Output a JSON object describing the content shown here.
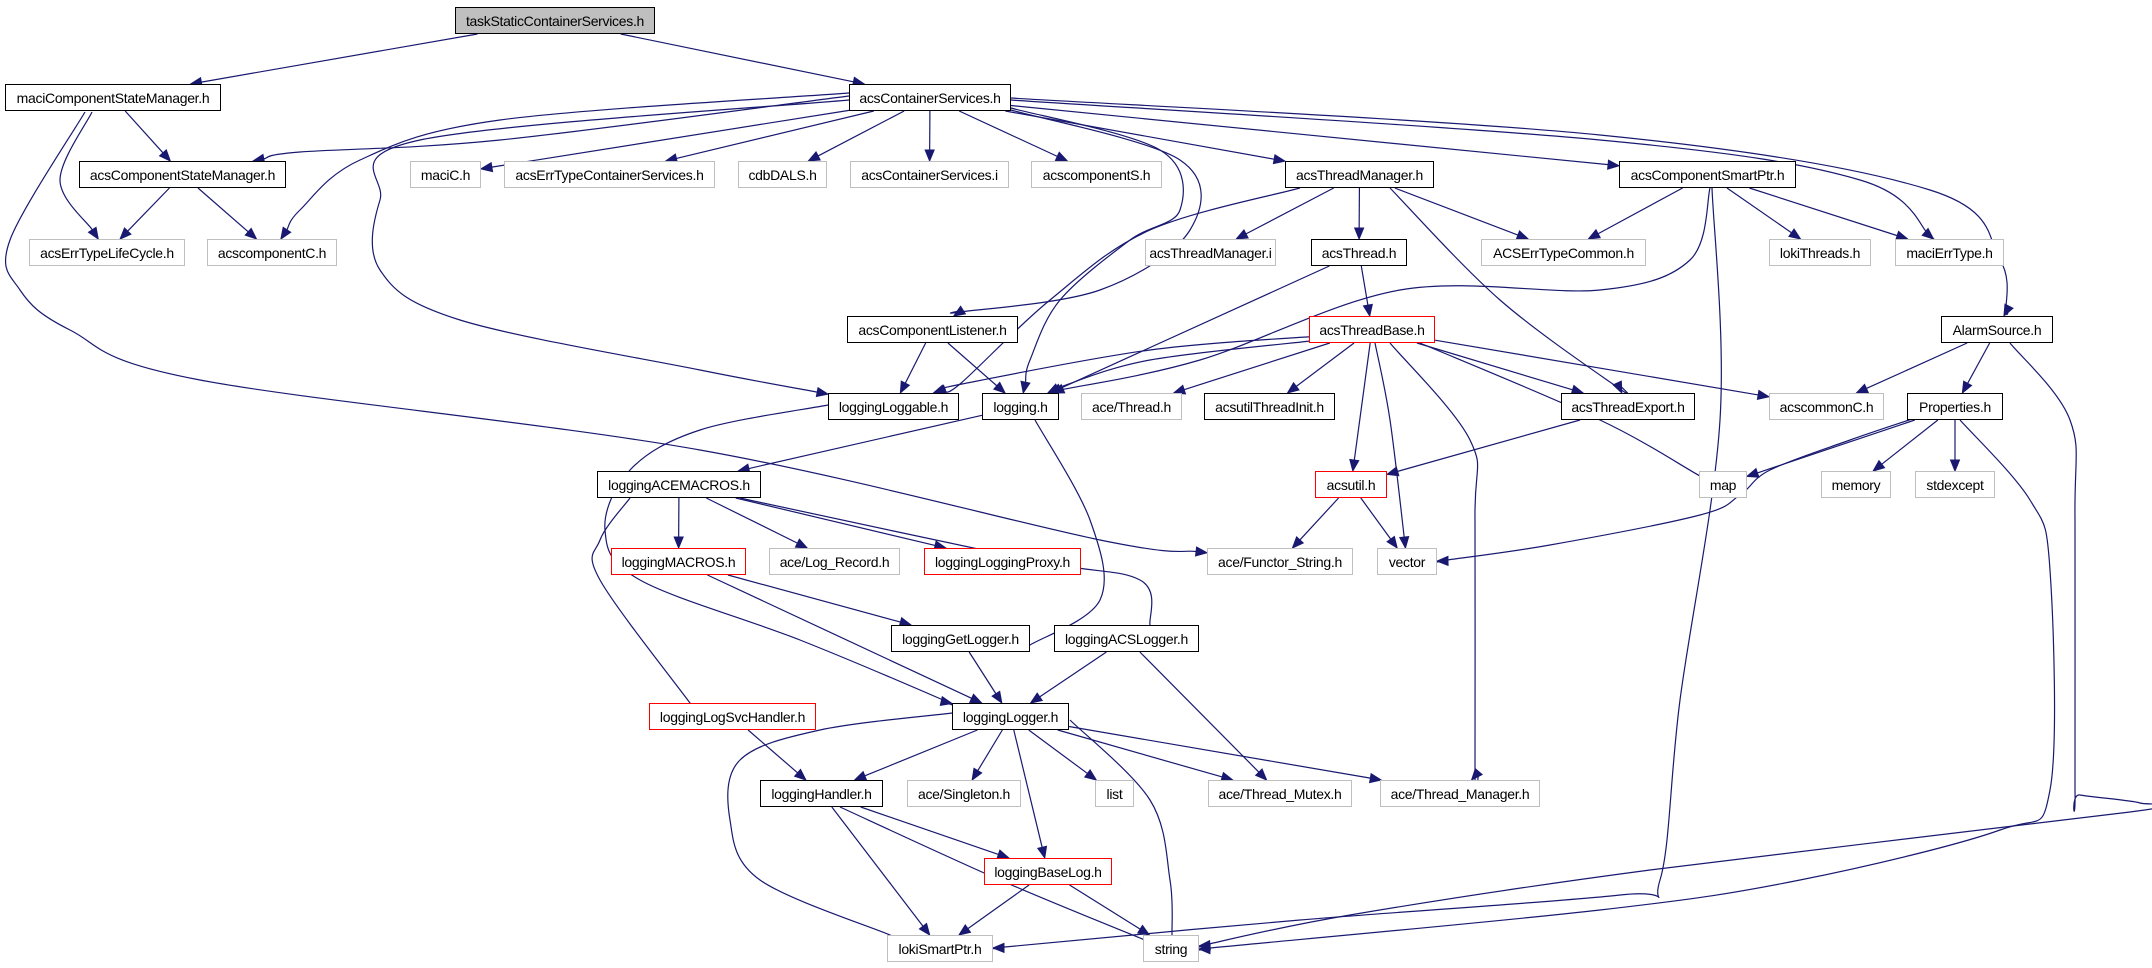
{
  "title": "taskStaticContainerServices.h",
  "colors": {
    "edge": "#191970",
    "root_fill": "#bfbfbf",
    "documented_border": "#000000",
    "undocumented_border": "#bfbfbf",
    "truncated_border": "#ff0000"
  },
  "nodes": [
    {
      "id": "taskStaticContainerServices",
      "label": "taskStaticContainerServices.h",
      "kind": "root"
    },
    {
      "id": "maciComponentStateManager",
      "label": "maciComponentStateManager.h",
      "kind": "documented"
    },
    {
      "id": "acsContainerServices",
      "label": "acsContainerServices.h",
      "kind": "documented"
    },
    {
      "id": "acsComponentStateManager",
      "label": "acsComponentStateManager.h",
      "kind": "documented"
    },
    {
      "id": "maciC",
      "label": "maciC.h",
      "kind": "undocumented"
    },
    {
      "id": "acsErrTypeContainerServices",
      "label": "acsErrTypeContainerServices.h",
      "kind": "undocumented"
    },
    {
      "id": "cdbDALS",
      "label": "cdbDALS.h",
      "kind": "undocumented"
    },
    {
      "id": "acsContainerServicesI",
      "label": "acsContainerServices.i",
      "kind": "undocumented"
    },
    {
      "id": "acscomponentS",
      "label": "acscomponentS.h",
      "kind": "undocumented"
    },
    {
      "id": "acsThreadManager",
      "label": "acsThreadManager.h",
      "kind": "documented"
    },
    {
      "id": "acsComponentSmartPtr",
      "label": "acsComponentSmartPtr.h",
      "kind": "documented"
    },
    {
      "id": "acsErrTypeLifeCycle",
      "label": "acsErrTypeLifeCycle.h",
      "kind": "undocumented"
    },
    {
      "id": "acscomponentC",
      "label": "acscomponentC.h",
      "kind": "undocumented"
    },
    {
      "id": "acsThreadManagerI",
      "label": "acsThreadManager.i",
      "kind": "undocumented"
    },
    {
      "id": "acsThread",
      "label": "acsThread.h",
      "kind": "documented"
    },
    {
      "id": "ACSErrTypeCommon",
      "label": "ACSErrTypeCommon.h",
      "kind": "undocumented"
    },
    {
      "id": "lokiThreads",
      "label": "lokiThreads.h",
      "kind": "undocumented"
    },
    {
      "id": "maciErrType",
      "label": "maciErrType.h",
      "kind": "undocumented"
    },
    {
      "id": "acsComponentListener",
      "label": "acsComponentListener.h",
      "kind": "documented"
    },
    {
      "id": "acsThreadBase",
      "label": "acsThreadBase.h",
      "kind": "truncated"
    },
    {
      "id": "AlarmSource",
      "label": "AlarmSource.h",
      "kind": "documented"
    },
    {
      "id": "loggingLoggable",
      "label": "loggingLoggable.h",
      "kind": "documented"
    },
    {
      "id": "logging",
      "label": "logging.h",
      "kind": "documented"
    },
    {
      "id": "aceThread",
      "label": "ace/Thread.h",
      "kind": "undocumented"
    },
    {
      "id": "acsutilThreadInit",
      "label": "acsutilThreadInit.h",
      "kind": "documented"
    },
    {
      "id": "acsThreadExport",
      "label": "acsThreadExport.h",
      "kind": "documented"
    },
    {
      "id": "acscommonC",
      "label": "acscommonC.h",
      "kind": "undocumented"
    },
    {
      "id": "Properties",
      "label": "Properties.h",
      "kind": "documented"
    },
    {
      "id": "loggingACEMACROS",
      "label": "loggingACEMACROS.h",
      "kind": "documented"
    },
    {
      "id": "acsutil",
      "label": "acsutil.h",
      "kind": "truncated"
    },
    {
      "id": "map",
      "label": "map",
      "kind": "undocumented"
    },
    {
      "id": "memory",
      "label": "memory",
      "kind": "undocumented"
    },
    {
      "id": "stdexcept",
      "label": "stdexcept",
      "kind": "undocumented"
    },
    {
      "id": "loggingMACROS",
      "label": "loggingMACROS.h",
      "kind": "truncated"
    },
    {
      "id": "aceLogRecord",
      "label": "ace/Log_Record.h",
      "kind": "undocumented"
    },
    {
      "id": "loggingLoggingProxy",
      "label": "loggingLoggingProxy.h",
      "kind": "truncated"
    },
    {
      "id": "aceFunctorString",
      "label": "ace/Functor_String.h",
      "kind": "undocumented"
    },
    {
      "id": "vector",
      "label": "vector",
      "kind": "undocumented"
    },
    {
      "id": "loggingGetLogger",
      "label": "loggingGetLogger.h",
      "kind": "documented"
    },
    {
      "id": "loggingACSLogger",
      "label": "loggingACSLogger.h",
      "kind": "documented"
    },
    {
      "id": "loggingLogSvcHandler",
      "label": "loggingLogSvcHandler.h",
      "kind": "truncated"
    },
    {
      "id": "loggingLogger",
      "label": "loggingLogger.h",
      "kind": "documented"
    },
    {
      "id": "loggingHandler",
      "label": "loggingHandler.h",
      "kind": "documented"
    },
    {
      "id": "aceSingleton",
      "label": "ace/Singleton.h",
      "kind": "undocumented"
    },
    {
      "id": "list",
      "label": "list",
      "kind": "undocumented"
    },
    {
      "id": "aceThreadMutex",
      "label": "ace/Thread_Mutex.h",
      "kind": "undocumented"
    },
    {
      "id": "aceThreadManager",
      "label": "ace/Thread_Manager.h",
      "kind": "undocumented"
    },
    {
      "id": "loggingBaseLog",
      "label": "loggingBaseLog.h",
      "kind": "truncated"
    },
    {
      "id": "lokiSmartPtr",
      "label": "lokiSmartPtr.h",
      "kind": "undocumented"
    },
    {
      "id": "string",
      "label": "string",
      "kind": "undocumented"
    }
  ],
  "edges": [
    [
      "taskStaticContainerServices",
      "maciComponentStateManager"
    ],
    [
      "taskStaticContainerServices",
      "acsContainerServices"
    ],
    [
      "maciComponentStateManager",
      "acsComponentStateManager"
    ],
    [
      "maciComponentStateManager",
      "acsErrTypeLifeCycle"
    ],
    [
      "maciComponentStateManager",
      "aceFunctorString"
    ],
    [
      "acsComponentStateManager",
      "acsErrTypeLifeCycle"
    ],
    [
      "acsComponentStateManager",
      "acscomponentC"
    ],
    [
      "acsContainerServices",
      "acsComponentStateManager"
    ],
    [
      "acsContainerServices",
      "acscomponentC"
    ],
    [
      "acsContainerServices",
      "maciC"
    ],
    [
      "acsContainerServices",
      "acsErrTypeContainerServices"
    ],
    [
      "acsContainerServices",
      "cdbDALS"
    ],
    [
      "acsContainerServices",
      "acsContainerServicesI"
    ],
    [
      "acsContainerServices",
      "acscomponentS"
    ],
    [
      "acsContainerServices",
      "acsThreadManager"
    ],
    [
      "acsContainerServices",
      "acsComponentSmartPtr"
    ],
    [
      "acsContainerServices",
      "maciErrType"
    ],
    [
      "acsContainerServices",
      "AlarmSource"
    ],
    [
      "acsContainerServices",
      "loggingLoggable"
    ],
    [
      "acsContainerServices",
      "logging"
    ],
    [
      "acsContainerServices",
      "acsComponentListener"
    ],
    [
      "acsThreadManager",
      "acsThreadManagerI"
    ],
    [
      "acsThreadManager",
      "acsThread"
    ],
    [
      "acsThreadManager",
      "ACSErrTypeCommon"
    ],
    [
      "acsThreadManager",
      "acsThreadExport"
    ],
    [
      "acsThreadManager",
      "loggingLoggable"
    ],
    [
      "acsComponentSmartPtr",
      "ACSErrTypeCommon"
    ],
    [
      "acsComponentSmartPtr",
      "lokiThreads"
    ],
    [
      "acsComponentSmartPtr",
      "maciErrType"
    ],
    [
      "acsComponentSmartPtr",
      "logging"
    ],
    [
      "acsComponentSmartPtr",
      "lokiSmartPtr"
    ],
    [
      "acsThread",
      "acsThreadBase"
    ],
    [
      "acsThread",
      "logging"
    ],
    [
      "acsComponentListener",
      "loggingLoggable"
    ],
    [
      "acsComponentListener",
      "logging"
    ],
    [
      "acsThreadBase",
      "loggingLoggable"
    ],
    [
      "acsThreadBase",
      "logging"
    ],
    [
      "acsThreadBase",
      "aceThread"
    ],
    [
      "acsThreadBase",
      "acsutilThreadInit"
    ],
    [
      "acsThreadBase",
      "acsThreadExport"
    ],
    [
      "acsThreadBase",
      "acscommonC"
    ],
    [
      "acsThreadBase",
      "acsutil"
    ],
    [
      "acsThreadBase",
      "vector"
    ],
    [
      "acsThreadBase",
      "map"
    ],
    [
      "acsThreadBase",
      "aceThreadManager"
    ],
    [
      "AlarmSource",
      "acscommonC"
    ],
    [
      "AlarmSource",
      "Properties"
    ],
    [
      "AlarmSource",
      "string"
    ],
    [
      "acsThreadExport",
      "acsutil"
    ],
    [
      "Properties",
      "map"
    ],
    [
      "Properties",
      "memory"
    ],
    [
      "Properties",
      "stdexcept"
    ],
    [
      "Properties",
      "vector"
    ],
    [
      "Properties",
      "string"
    ],
    [
      "acsutil",
      "aceFunctorString"
    ],
    [
      "acsutil",
      "vector"
    ],
    [
      "loggingLoggable",
      "loggingLogger"
    ],
    [
      "logging",
      "loggingACEMACROS"
    ],
    [
      "logging",
      "loggingGetLogger"
    ],
    [
      "loggingACEMACROS",
      "loggingMACROS"
    ],
    [
      "loggingACEMACROS",
      "aceLogRecord"
    ],
    [
      "loggingACEMACROS",
      "loggingLoggingProxy"
    ],
    [
      "loggingACEMACROS",
      "loggingACSLogger"
    ],
    [
      "loggingACEMACROS",
      "loggingLogSvcHandler"
    ],
    [
      "loggingMACROS",
      "loggingGetLogger"
    ],
    [
      "loggingMACROS",
      "loggingLogger"
    ],
    [
      "loggingGetLogger",
      "loggingLogger"
    ],
    [
      "loggingACSLogger",
      "loggingLogger"
    ],
    [
      "loggingACSLogger",
      "aceThreadMutex"
    ],
    [
      "loggingLogSvcHandler",
      "loggingHandler"
    ],
    [
      "loggingLogger",
      "loggingHandler"
    ],
    [
      "loggingLogger",
      "aceSingleton"
    ],
    [
      "loggingLogger",
      "list"
    ],
    [
      "loggingLogger",
      "aceThreadMutex"
    ],
    [
      "loggingLogger",
      "aceThreadManager"
    ],
    [
      "loggingLogger",
      "loggingBaseLog"
    ],
    [
      "loggingLogger",
      "lokiSmartPtr"
    ],
    [
      "loggingLogger",
      "string"
    ],
    [
      "loggingHandler",
      "loggingBaseLog"
    ],
    [
      "loggingHandler",
      "lokiSmartPtr"
    ],
    [
      "loggingHandler",
      "string"
    ],
    [
      "loggingBaseLog",
      "lokiSmartPtr"
    ],
    [
      "loggingBaseLog",
      "string"
    ]
  ]
}
